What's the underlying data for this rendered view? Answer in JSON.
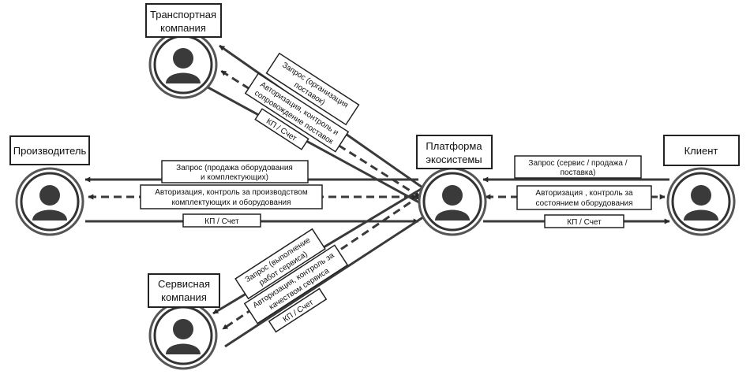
{
  "nodes": {
    "transport": {
      "line1": "Транспортная",
      "line2": "компания"
    },
    "producer": {
      "line1": "Производитель"
    },
    "platform": {
      "line1": "Платформа",
      "line2": "экосистемы"
    },
    "client": {
      "line1": "Клиент"
    },
    "service": {
      "line1": "Сервисная",
      "line2": "компания"
    }
  },
  "edges": {
    "transport_request": {
      "line1": "Запрос (организация",
      "line2": "поставок)"
    },
    "transport_auth": {
      "line1": "Авторизация, контроль и",
      "line2": "сопровождение поставок"
    },
    "transport_kp": {
      "line1": "КП / Счет"
    },
    "producer_request": {
      "line1": "Запрос (продажа оборудования",
      "line2": "и комплектующих)"
    },
    "producer_auth": {
      "line1": "Авторизация, контроль за производством",
      "line2": "комплектующих и оборудования"
    },
    "producer_kp": {
      "line1": "КП / Счет"
    },
    "client_request": {
      "line1": "Запрос (сервис / продажа /",
      "line2": "поставка)"
    },
    "client_auth": {
      "line1": "Авторизация , контроль за",
      "line2": "состоянием оборудования"
    },
    "client_kp": {
      "line1": "КП / Счет"
    },
    "service_request": {
      "line1": "Запрос (выполнение",
      "line2": "работ сервиса)"
    },
    "service_auth": {
      "line1": "Авторизация, контроль за",
      "line2": "качеством сервиса"
    },
    "service_kp": {
      "line1": "КП / Счет"
    }
  }
}
